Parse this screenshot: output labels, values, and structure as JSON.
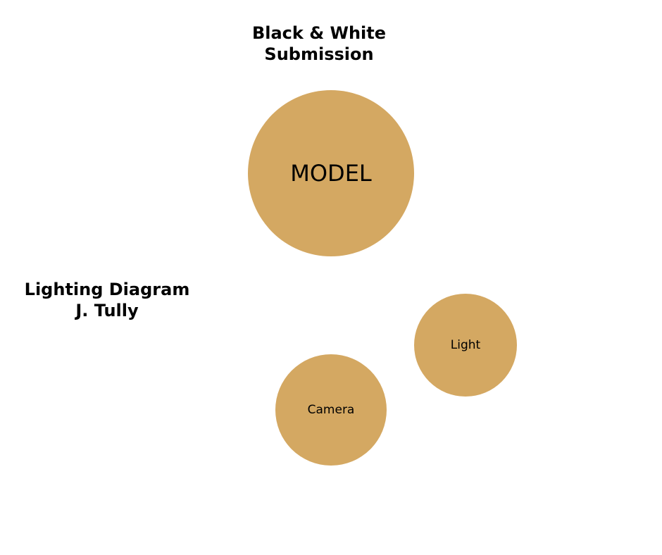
{
  "title": {
    "line1": "Black & White",
    "line2": "Submission"
  },
  "subtitle": {
    "line1": "Lighting Diagram",
    "line2": "J. Tully"
  },
  "nodes": {
    "model": "MODEL",
    "light": "Light",
    "camera": "Camera"
  },
  "colors": {
    "circle": "#D4A862"
  }
}
